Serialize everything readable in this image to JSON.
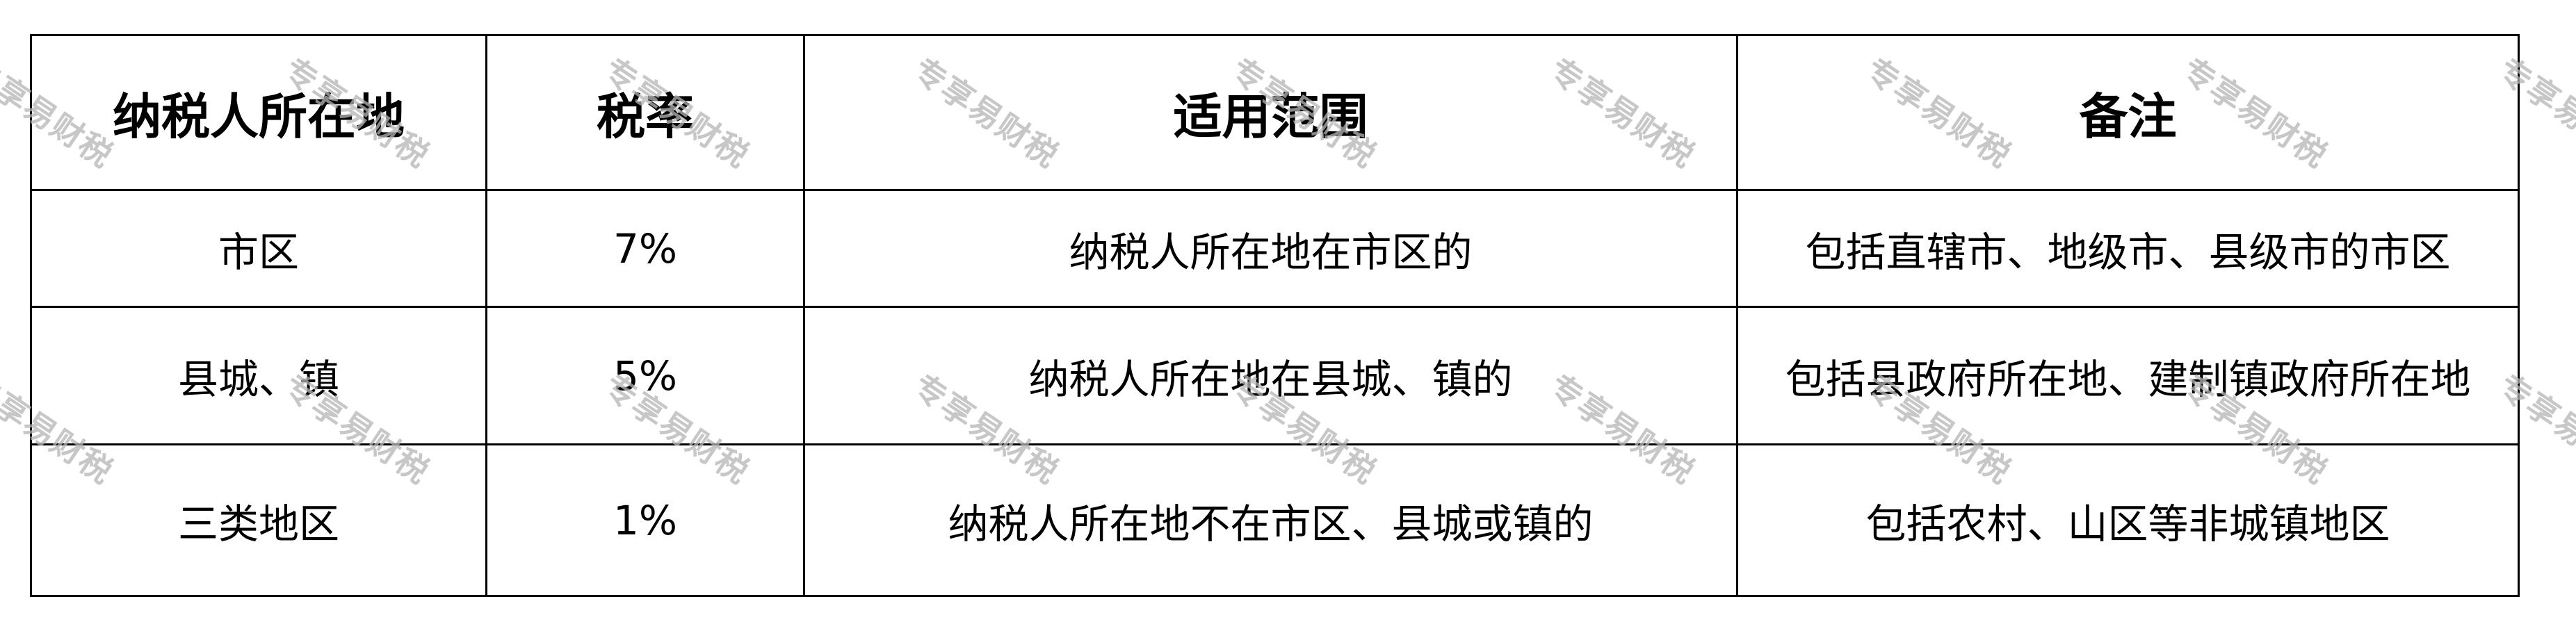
{
  "table": {
    "headers": [
      "纳税人所在地",
      "税率",
      "适用范围",
      "备注"
    ],
    "rows": [
      {
        "location": "市区",
        "rate": "7%",
        "scope": "纳税人所在地在市区的",
        "note": "包括直辖市、地级市、县级市的市区"
      },
      {
        "location": "县城、镇",
        "rate": "5%",
        "scope": "纳税人所在地在县城、镇的",
        "note": "包括县政府所在地、建制镇政府所在地"
      },
      {
        "location": "三类地区",
        "rate": "1%",
        "scope": "纳税人所在地不在市区、县城或镇的",
        "note": "包括农村、山区等非城镇地区"
      }
    ]
  },
  "watermark": {
    "text": "专享易财税"
  }
}
